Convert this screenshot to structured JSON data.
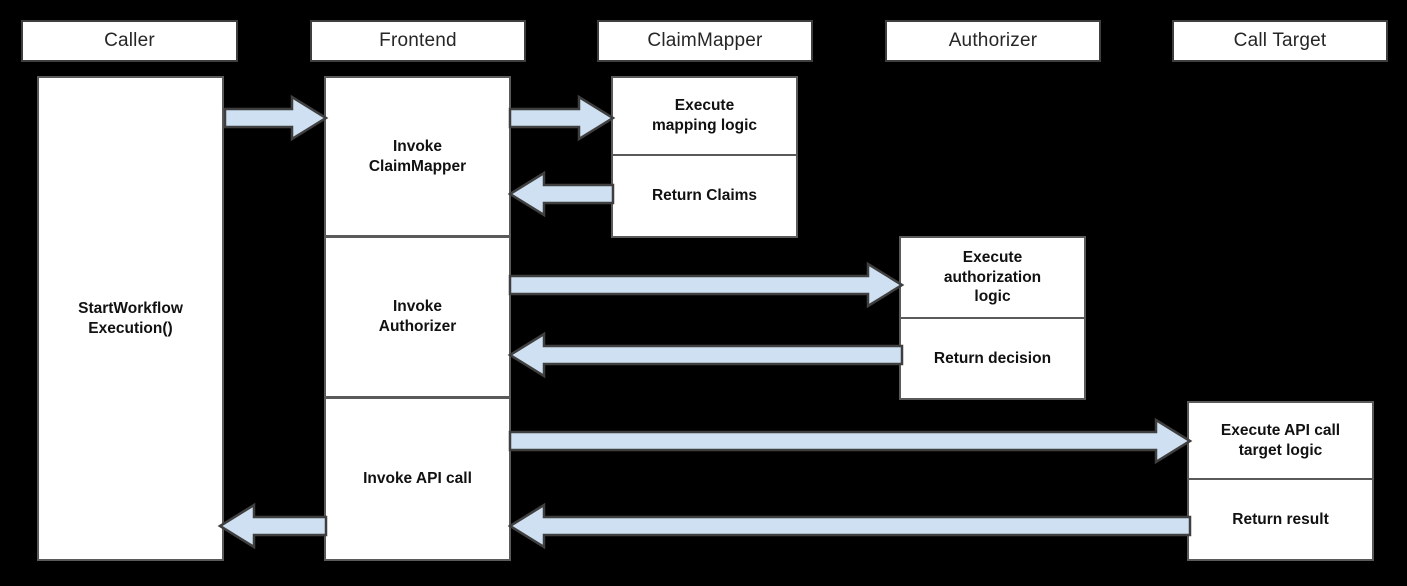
{
  "diagram": {
    "title": "API call sequence diagram",
    "type": "sequence-diagram",
    "background_color": "#000000",
    "box_fill": "#ffffff",
    "box_border": "#5a5a5a",
    "arrow_fill": "#cfe0f2",
    "arrow_border": "#3f3f3f",
    "header_text_color": "#262626",
    "body_text_color": "#111111"
  },
  "lanes": [
    {
      "id": "caller",
      "label": "Caller"
    },
    {
      "id": "frontend",
      "label": "Frontend"
    },
    {
      "id": "claimmapper",
      "label": "ClaimMapper"
    },
    {
      "id": "authorizer",
      "label": "Authorizer"
    },
    {
      "id": "calltarget",
      "label": "Call Target"
    }
  ],
  "activations": {
    "caller": [
      {
        "id": "caller-main",
        "label": "StartWorkflow\nExecution()"
      }
    ],
    "frontend": [
      {
        "id": "frontend-1",
        "label": "Invoke\nClaimMapper"
      },
      {
        "id": "frontend-2",
        "label": "Invoke\nAuthorizer"
      },
      {
        "id": "frontend-3",
        "label": "Invoke API call"
      }
    ],
    "claimmapper": [
      {
        "id": "claimmapper-1",
        "label": "Execute\nmapping logic"
      },
      {
        "id": "claimmapper-2",
        "label": "Return Claims"
      }
    ],
    "authorizer": [
      {
        "id": "authorizer-1",
        "label": "Execute\nauthorization\nlogic"
      },
      {
        "id": "authorizer-2",
        "label": "Return decision"
      }
    ],
    "calltarget": [
      {
        "id": "calltarget-1",
        "label": "Execute API call\ntarget logic"
      },
      {
        "id": "calltarget-2",
        "label": "Return result"
      }
    ]
  },
  "messages": [
    {
      "id": "msg-1",
      "from": "caller",
      "to": "frontend",
      "direction": "right"
    },
    {
      "id": "msg-2",
      "from": "frontend",
      "to": "claimmapper",
      "direction": "right"
    },
    {
      "id": "msg-3",
      "from": "claimmapper",
      "to": "frontend",
      "direction": "left"
    },
    {
      "id": "msg-4",
      "from": "frontend",
      "to": "authorizer",
      "direction": "right"
    },
    {
      "id": "msg-5",
      "from": "authorizer",
      "to": "frontend",
      "direction": "left"
    },
    {
      "id": "msg-6",
      "from": "frontend",
      "to": "calltarget",
      "direction": "right"
    },
    {
      "id": "msg-7",
      "from": "calltarget",
      "to": "frontend",
      "direction": "left"
    },
    {
      "id": "msg-8",
      "from": "frontend",
      "to": "caller",
      "direction": "left"
    }
  ]
}
